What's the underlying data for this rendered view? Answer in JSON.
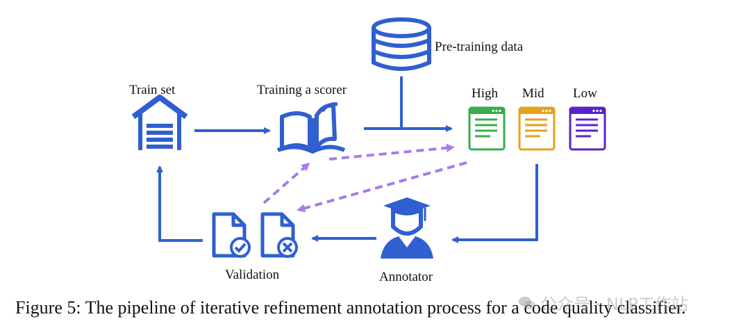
{
  "labels": {
    "train_set": "Train set",
    "training_scorer": "Training a scorer",
    "pretraining_data": "Pre-training data",
    "high": "High",
    "mid": "Mid",
    "low": "Low",
    "validation": "Validation",
    "annotator": "Annotator"
  },
  "caption": "Figure 5: The pipeline of iterative refinement annotation process for a code quality classifier.",
  "watermark": "公众号 · NLP工作站",
  "colors": {
    "primary": "#2f5fd0",
    "high": "#3aac4e",
    "mid": "#e6a21a",
    "low": "#5a22c9",
    "dashed": "#a77be8"
  }
}
